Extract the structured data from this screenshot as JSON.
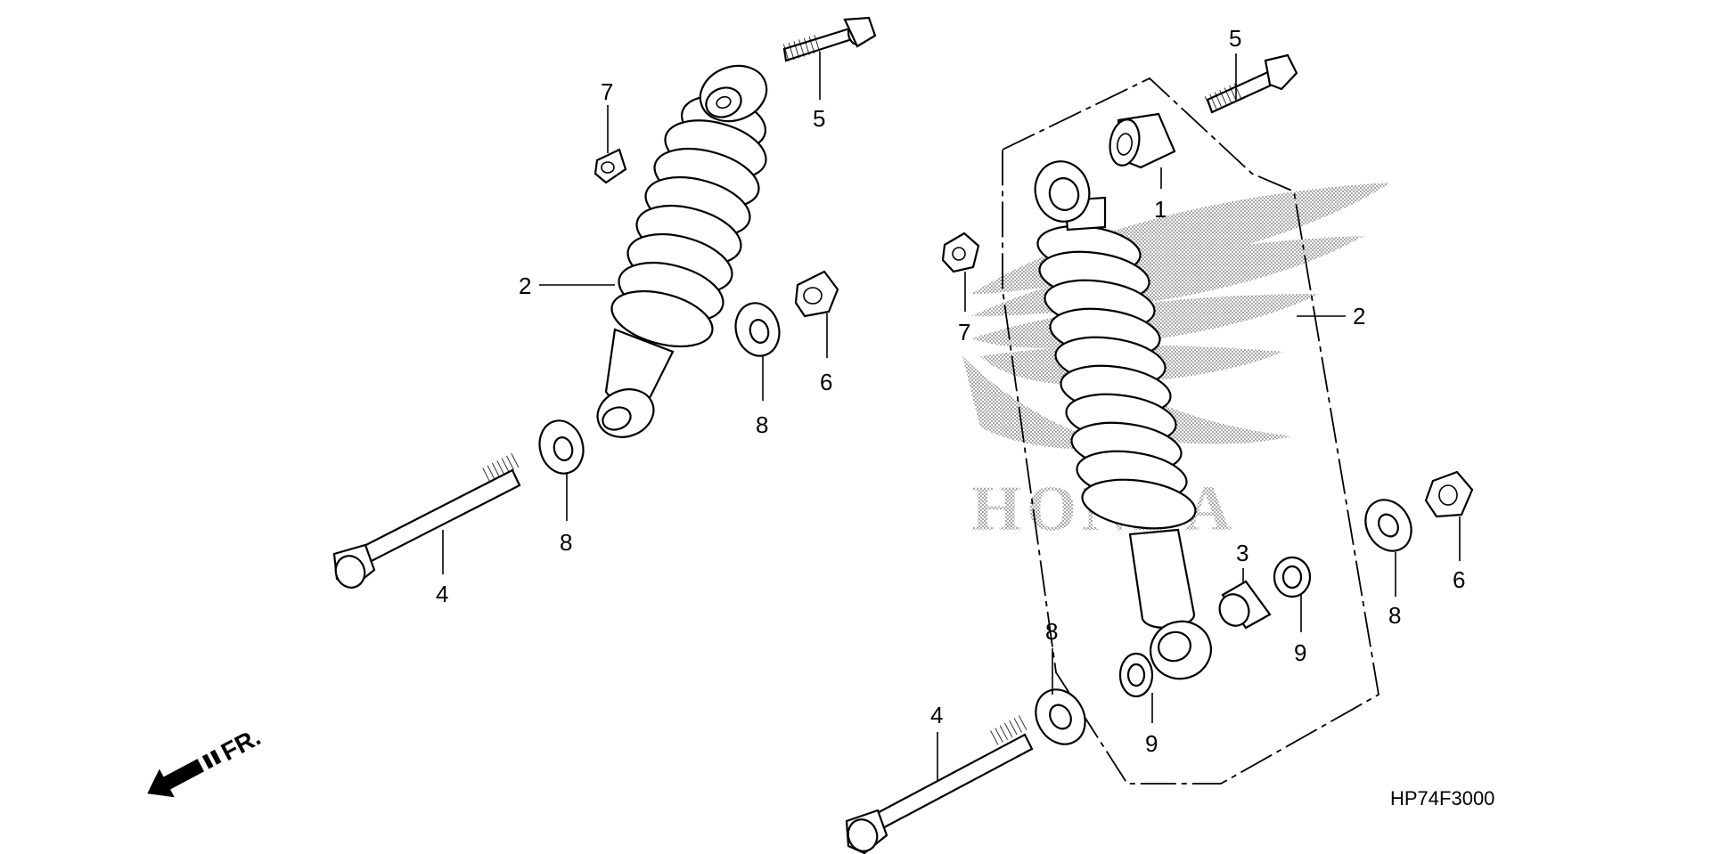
{
  "diagram": {
    "code": "HP74F3000",
    "front_label": "FR.",
    "watermark_text": "HONDA",
    "callouts": {
      "left_bolt_5": "5",
      "left_nut_7": "7",
      "left_shock_2": "2",
      "left_collar_8a": "8",
      "left_nut_6": "6",
      "left_washer_8b": "8",
      "left_bolt_4": "4",
      "right_bolt_5": "5",
      "right_bush_1": "1",
      "right_nut_7": "7",
      "right_shock_2": "2",
      "right_collar_3": "3",
      "right_washer_8a": "8",
      "right_nut_6": "6",
      "right_bush_9a": "9",
      "right_bush_9b": "9",
      "right_washer_8b": "8",
      "right_bolt_4": "4"
    }
  }
}
